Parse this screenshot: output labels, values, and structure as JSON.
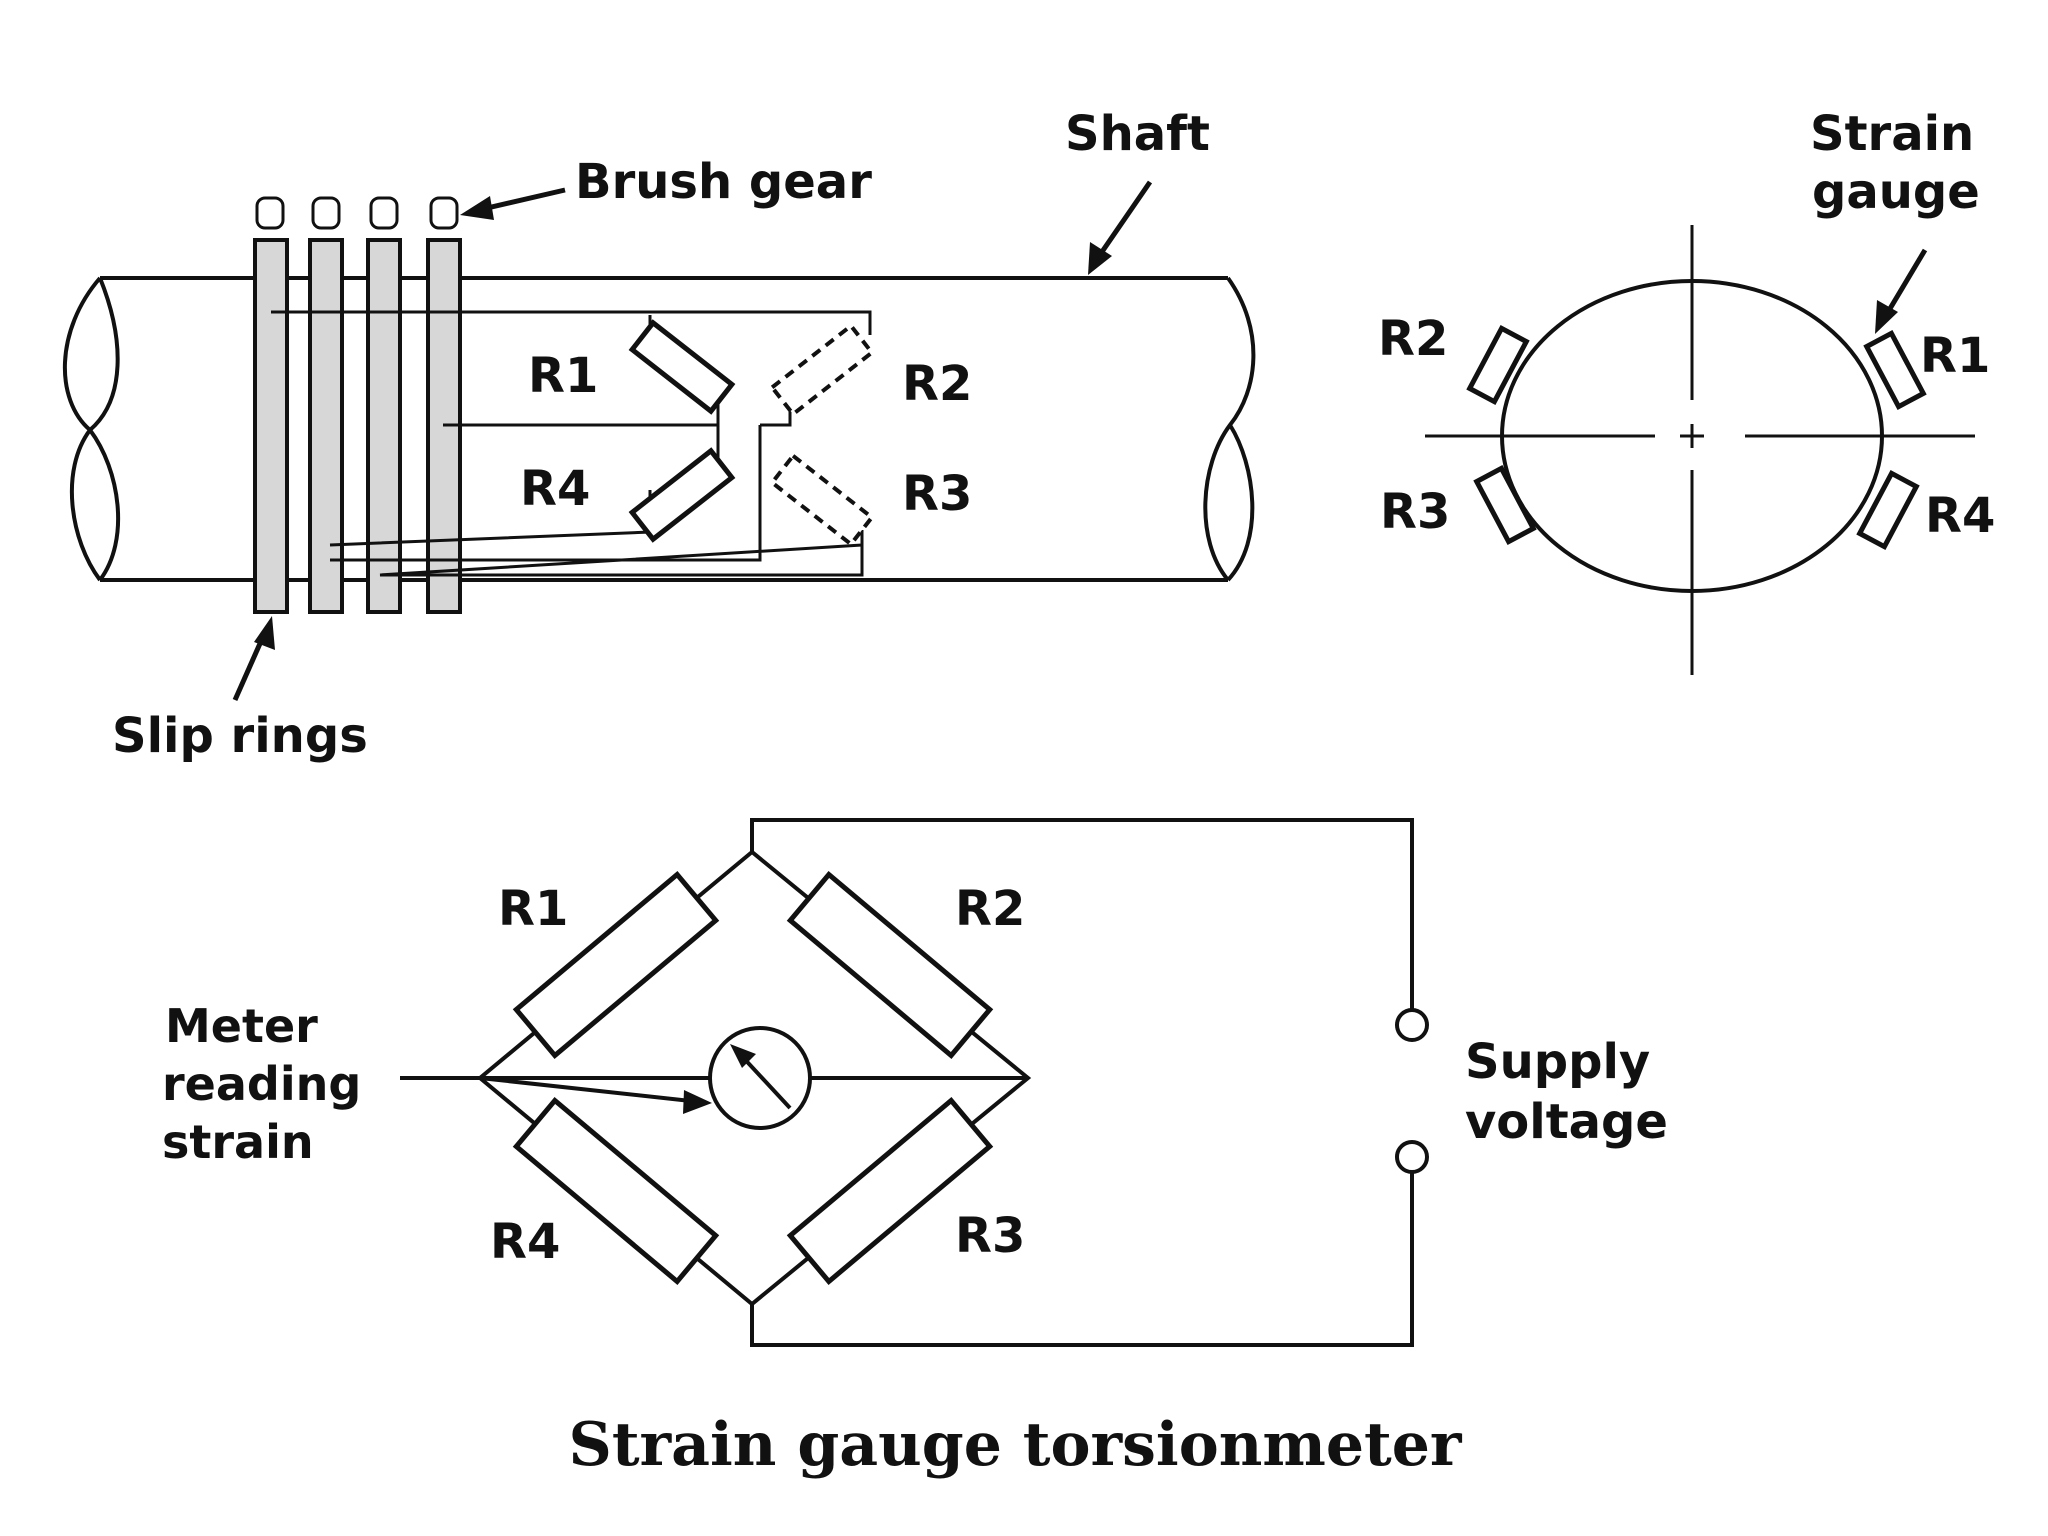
{
  "labels": {
    "brush_gear": "Brush gear",
    "shaft": "Shaft",
    "slip_rings": "Slip rings",
    "strain_gauge_line1": "Strain",
    "strain_gauge_line2": "gauge",
    "r1": "R1",
    "r2": "R2",
    "r3": "R3",
    "r4": "R4",
    "meter_line1": "Meter",
    "meter_line2": "reading",
    "meter_line3": "strain",
    "supply_line1": "Supply",
    "supply_line2": "voltage"
  },
  "caption": "Strain gauge torsionmeter"
}
